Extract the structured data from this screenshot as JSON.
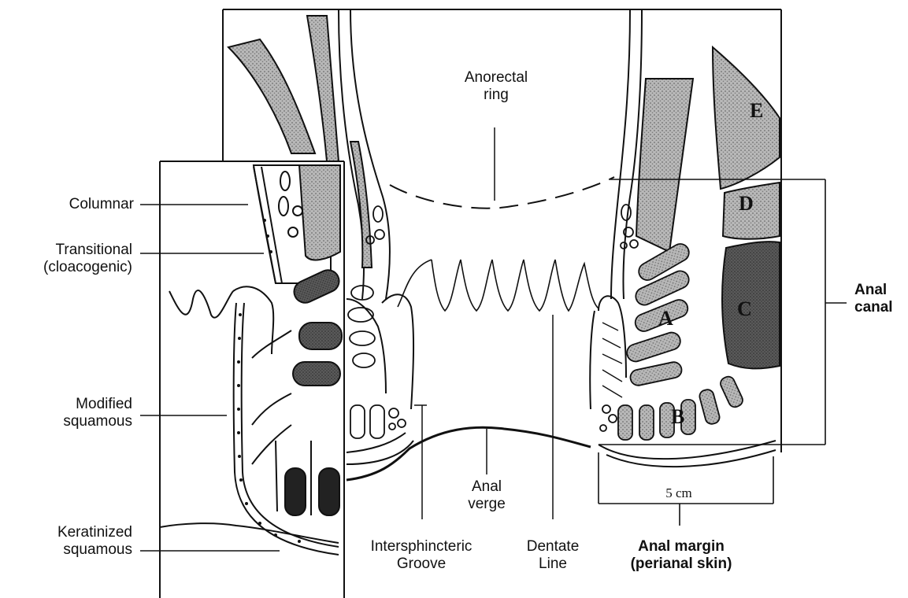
{
  "labels": {
    "anorectal_ring": [
      "Anorectal",
      "ring"
    ],
    "columnar": "Columnar",
    "transitional": [
      "Transitional",
      "(cloacogenic)"
    ],
    "modified_squamous": [
      "Modified",
      "squamous"
    ],
    "keratinized_squamous": [
      "Keratinized",
      "squamous"
    ],
    "anal_verge": [
      "Anal",
      "verge"
    ],
    "intersphincteric_groove": [
      "Intersphincteric",
      "Groove"
    ],
    "dentate_line": [
      "Dentate",
      "Line"
    ],
    "anal_margin": [
      "Anal margin",
      "(perianal skin)"
    ],
    "anal_canal": [
      "Anal",
      "canal"
    ],
    "scale": "5 cm"
  },
  "zones": [
    "A",
    "B",
    "C",
    "D",
    "E"
  ],
  "colors": {
    "ink": "#111111",
    "stipple": "#8a8a8a",
    "dark": "#2a2a2a",
    "paper": "#ffffff"
  }
}
